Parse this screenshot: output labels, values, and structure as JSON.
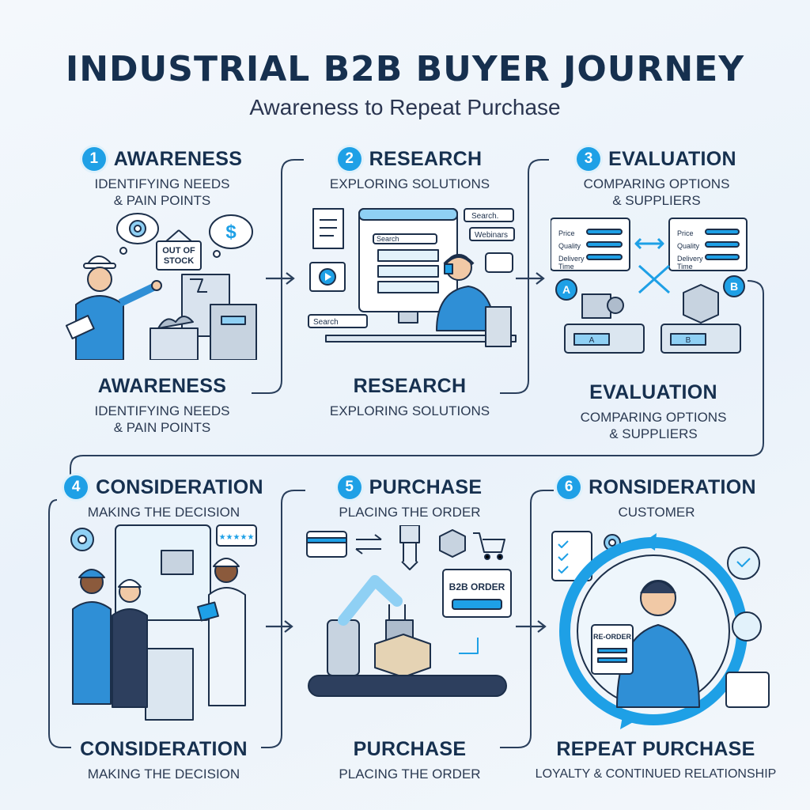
{
  "header": {
    "title": "INDUSTRIAL B2B BUYER JOURNEY",
    "subtitle": "Awareness to Repeat Purchase"
  },
  "stages": [
    {
      "number": "1",
      "title": "AWARENESS",
      "subtitle": "IDENTIFYING NEEDS\n& PAIN POINTS",
      "footer_title": "AWARENESS",
      "footer_subtitle": "IDENTIFYING NEEDS\n& PAIN POINTS"
    },
    {
      "number": "2",
      "title": "RESEARCH",
      "subtitle": "EXPLORING SOLUTIONS",
      "footer_title": "RESEARCH",
      "footer_subtitle": "EXPLORING SOLUTIONS"
    },
    {
      "number": "3",
      "title": "EVALUATION",
      "subtitle": "COMPARING OPTIONS\n& SUPPLIERS",
      "footer_title": "EVALUATION",
      "footer_subtitle": "COMPARING OPTIONS\n& SUPPLIERS"
    },
    {
      "number": "4",
      "title": "CONSIDERATION",
      "subtitle": "MAKING THE DECISION",
      "footer_title": "CONSIDERATION",
      "footer_subtitle": "MAKING THE DECISION"
    },
    {
      "number": "5",
      "title": "PURCHASE",
      "subtitle": "PLACING THE ORDER",
      "footer_title": "PURCHASE",
      "footer_subtitle": "PLACING THE ORDER"
    },
    {
      "number": "6",
      "title": "RONSIDERATION",
      "subtitle": "CUSTOMER",
      "footer_title": "REPEAT PURCHASE",
      "footer_subtitle": "LOYALTY & CONTINUED RELATIONSHIP"
    }
  ],
  "illustration_text": {
    "out_of_stock": "OUT OF\nSTOCK",
    "currency_symbol": "$",
    "search_label": "Search",
    "search_bar_short": "Search.",
    "webinars_label": "Webinars",
    "compare_rows": [
      "Price",
      "Quality",
      "Delivery\nTime"
    ],
    "option_a": "A",
    "option_b": "B",
    "rating_stars": "★★★★★",
    "b2b_order": "B2B ORDER",
    "reorder_label": "RE-ORDER"
  },
  "colors": {
    "accent": "#1ea0e6",
    "accent_light": "#8fd0f4",
    "navy": "#16304f",
    "line": "#2a3f5c"
  },
  "icons": [
    "gear-icon",
    "dollar-icon",
    "document-icon",
    "video-icon",
    "chat-icon",
    "credit-card-icon",
    "shopping-cart-icon",
    "checklist-icon",
    "award-badge-icon",
    "refresh-cycle-icon"
  ]
}
